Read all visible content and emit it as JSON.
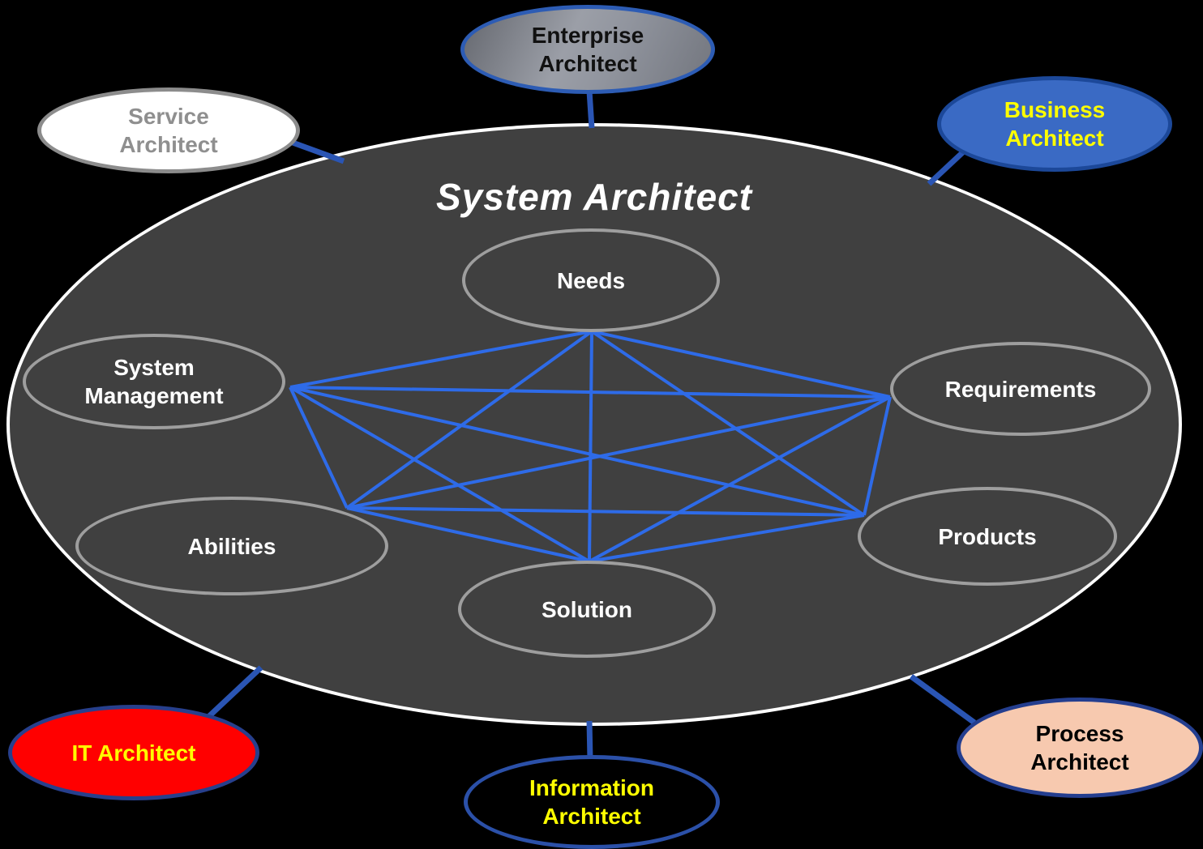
{
  "diagram": {
    "title": "System Architect",
    "center_nodes": [
      {
        "id": "needs",
        "label": "Needs"
      },
      {
        "id": "system-management",
        "label": "System Management"
      },
      {
        "id": "requirements",
        "label": "Requirements"
      },
      {
        "id": "abilities",
        "label": "Abilities"
      },
      {
        "id": "products",
        "label": "Products"
      },
      {
        "id": "solution",
        "label": "Solution"
      }
    ],
    "satellite_nodes": [
      {
        "id": "enterprise-architect",
        "label": "Enterprise Architect",
        "fill": "#8B8F99",
        "border": "#2D5CB4",
        "text_color": "#111111"
      },
      {
        "id": "service-architect",
        "label": "Service Architect",
        "fill": "#FFFFFF",
        "border": "#8C8C8C",
        "text_color": "#8F8F8F"
      },
      {
        "id": "business-architect",
        "label": "Business Architect",
        "fill": "#3A6AC4",
        "border": "#1C4899",
        "text_color": "#FFFF00"
      },
      {
        "id": "it-architect",
        "label": "IT Architect",
        "fill": "#FF0000",
        "border": "#273F8C",
        "text_color": "#FFFF00"
      },
      {
        "id": "information-architect",
        "label": "Information Architect",
        "fill": "#000000",
        "border": "#2B50A8",
        "text_color": "#FFFF00"
      },
      {
        "id": "process-architect",
        "label": "Process Architect",
        "fill": "#F7C9AF",
        "border": "#243E8F",
        "text_color": "#000000"
      }
    ],
    "connections": {
      "inner_web_edges": [
        [
          "needs",
          "system-management"
        ],
        [
          "needs",
          "requirements"
        ],
        [
          "needs",
          "abilities"
        ],
        [
          "needs",
          "products"
        ],
        [
          "needs",
          "solution"
        ],
        [
          "system-management",
          "requirements"
        ],
        [
          "system-management",
          "abilities"
        ],
        [
          "system-management",
          "products"
        ],
        [
          "system-management",
          "solution"
        ],
        [
          "requirements",
          "abilities"
        ],
        [
          "requirements",
          "products"
        ],
        [
          "requirements",
          "solution"
        ],
        [
          "abilities",
          "products"
        ],
        [
          "abilities",
          "solution"
        ],
        [
          "products",
          "solution"
        ]
      ],
      "satellite_links": [
        [
          "enterprise-architect",
          "system-architect"
        ],
        [
          "service-architect",
          "system-architect"
        ],
        [
          "business-architect",
          "system-architect"
        ],
        [
          "it-architect",
          "system-architect"
        ],
        [
          "information-architect",
          "system-architect"
        ],
        [
          "process-architect",
          "system-architect"
        ]
      ]
    }
  },
  "colors": {
    "background": "#000000",
    "system_ellipse_fill": "#404040",
    "system_ellipse_border": "#FFFFFF",
    "title_text": "#FFFFFF",
    "inner_node_border": "#9E9E9E",
    "inner_node_text": "#FFFFFF",
    "web_line": "#2E6BE8",
    "connector_line": "#2A55B4"
  }
}
